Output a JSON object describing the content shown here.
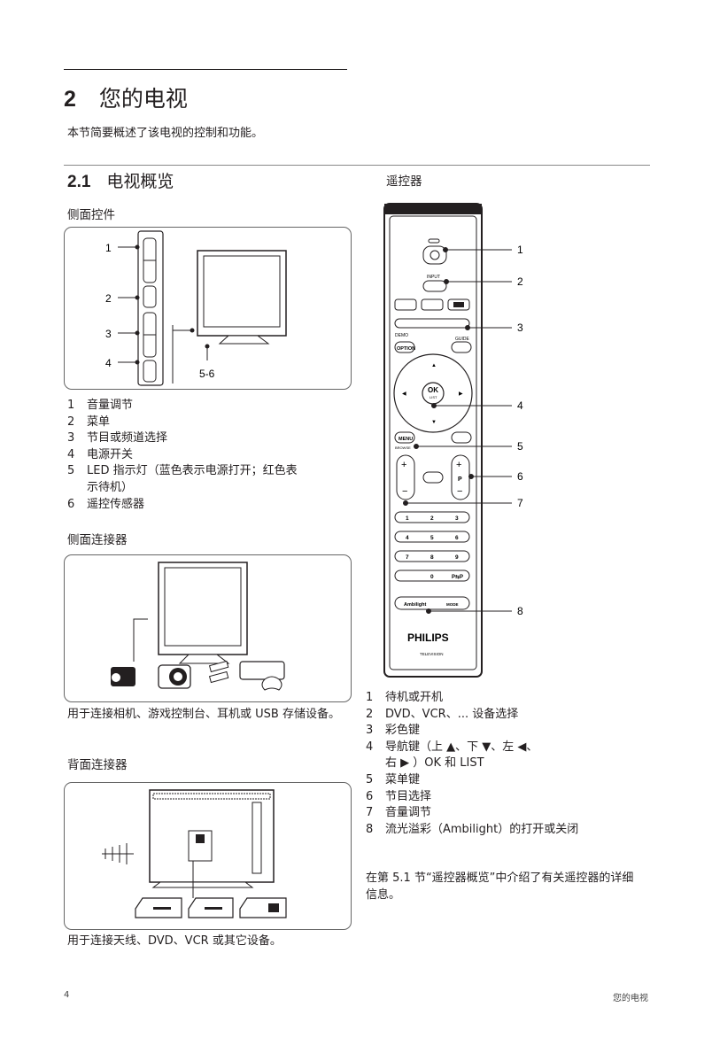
{
  "chapter": {
    "number": "2",
    "title": "您的电视",
    "intro": "本节简要概述了该电视的控制和功能。"
  },
  "section": {
    "number": "2.1",
    "title": "电视概览"
  },
  "side_controls": {
    "heading": "侧面控件",
    "callouts": [
      "1",
      "2",
      "3",
      "4",
      "5-6"
    ],
    "items": [
      {
        "n": "1",
        "text": "音量调节"
      },
      {
        "n": "2",
        "text": "菜单"
      },
      {
        "n": "3",
        "text": "节目或频道选择"
      },
      {
        "n": "4",
        "text": "电源开关"
      },
      {
        "n": "5",
        "text": "LED 指示灯（蓝色表示电源打开；红色表"
      },
      {
        "n": "",
        "text": "示待机）"
      },
      {
        "n": "6",
        "text": "遥控传感器"
      }
    ]
  },
  "side_connectors": {
    "heading": "侧面连接器",
    "caption": "用于连接相机、游戏控制台、耳机或 USB 存储设备。"
  },
  "rear_connectors": {
    "heading": "背面连接器",
    "caption": "用于连接天线、DVD、VCR 或其它设备。"
  },
  "remote": {
    "heading": "遥控器",
    "callouts": [
      "1",
      "2",
      "3",
      "4",
      "5",
      "6",
      "7",
      "8"
    ],
    "buttons": {
      "input": "INPUT",
      "demo": "DEMO",
      "guide": "GUIDE",
      "option": "OPTION",
      "ok": "OK",
      "list": "LIST",
      "menu": "MENU",
      "browse": "BROWSE",
      "p": "P",
      "digits": [
        "1",
        "2",
        "3",
        "4",
        "5",
        "6",
        "7",
        "8",
        "9",
        "0"
      ],
      "pswap": "P⇆P",
      "ambilight": "Ambilight",
      "mode": "MODE",
      "brand": "PHILIPS",
      "sub": "TELEVISION"
    },
    "items": [
      {
        "n": "1",
        "text": "待机或开机"
      },
      {
        "n": "2",
        "text": "DVD、VCR、... 设备选择"
      },
      {
        "n": "3",
        "text": "彩色键"
      },
      {
        "n": "4",
        "text": "导航键（上 ▲、下 ▼、左 ◀、"
      },
      {
        "n": "",
        "text": "右 ▶ ）OK 和 LIST"
      },
      {
        "n": "5",
        "text": "菜单键"
      },
      {
        "n": "6",
        "text": "节目选择"
      },
      {
        "n": "7",
        "text": "音量调节"
      },
      {
        "n": "8",
        "text": "流光溢彩（Ambilight）的打开或关闭"
      }
    ],
    "note": "在第 5.1 节“遥控器概览”中介绍了有关遥控器的详细信息。"
  },
  "footer": {
    "page": "4",
    "label": "您的电视"
  }
}
